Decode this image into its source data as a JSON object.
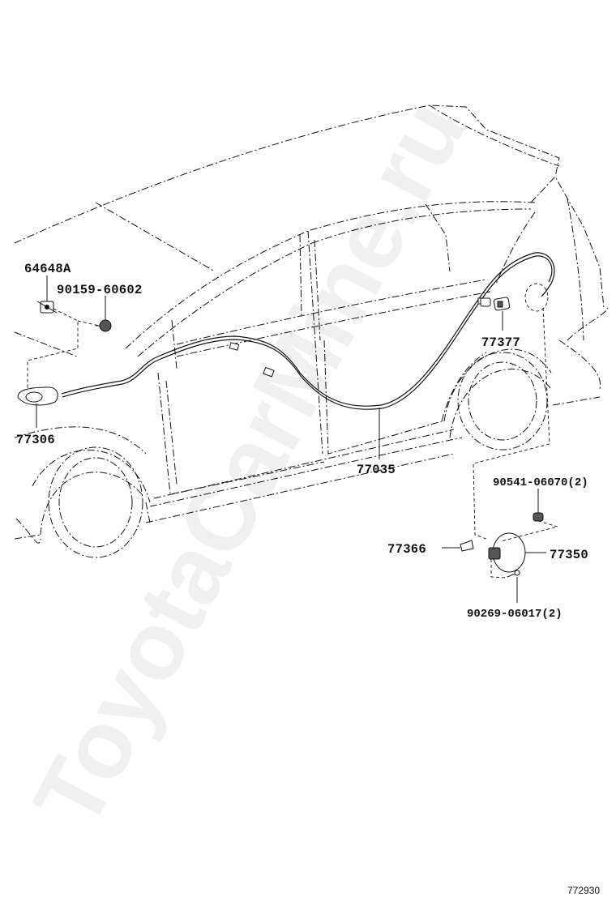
{
  "watermark": "ToyotaCarMine.ru",
  "figure_number": "772930",
  "parts": {
    "p64648A": "64648A",
    "p90159": "90159-60602",
    "p77306": "77306",
    "p77035": "77035",
    "p77377": "77377",
    "p90541": "90541-06070(2)",
    "p77366": "77366",
    "p77350": "77350",
    "p90269": "90269-06017(2)"
  }
}
